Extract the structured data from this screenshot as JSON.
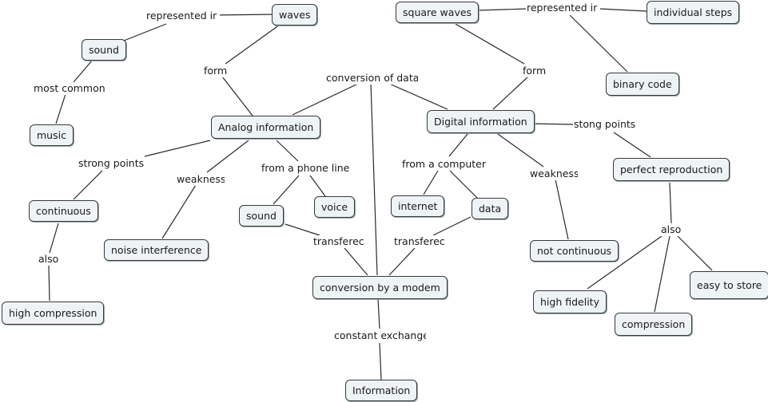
{
  "concept_map": {
    "concepts": {
      "waves": "waves",
      "sound_top": "sound",
      "music": "music",
      "analog": "Analog information",
      "square_waves": "square waves",
      "individual_steps": "individual steps",
      "binary_code": "binary code",
      "digital": "Digital information",
      "continuous": "continuous",
      "high_compression": "high compression",
      "noise_interference": "noise interference",
      "sound_phone": "sound",
      "voice": "voice",
      "internet": "internet",
      "data": "data",
      "not_continuous": "not continuous",
      "perfect_reproduction": "perfect reproduction",
      "modem": "conversion by a modem",
      "information": "Information",
      "high_fidelity": "high fidelity",
      "compression": "compression",
      "easy_to_store": "easy to store"
    },
    "linking_phrases": {
      "represented_in_left": "represented ir",
      "most_common": "most common",
      "form_left": "form",
      "conversion_of_data": "conversion of data",
      "represented_in_right": "represented ir",
      "form_right": "form",
      "strong_points": "strong points",
      "weakness_left": "weakness",
      "from_phone_line": "from a phone line",
      "from_computer": "from a computer",
      "weakness_right": "weakness",
      "stong_points": "stong points",
      "also_left": "also",
      "transfered_left": "transferec",
      "transfered_right": "transferec",
      "also_right": "also",
      "constant_exchange": "constant exchange"
    }
  }
}
